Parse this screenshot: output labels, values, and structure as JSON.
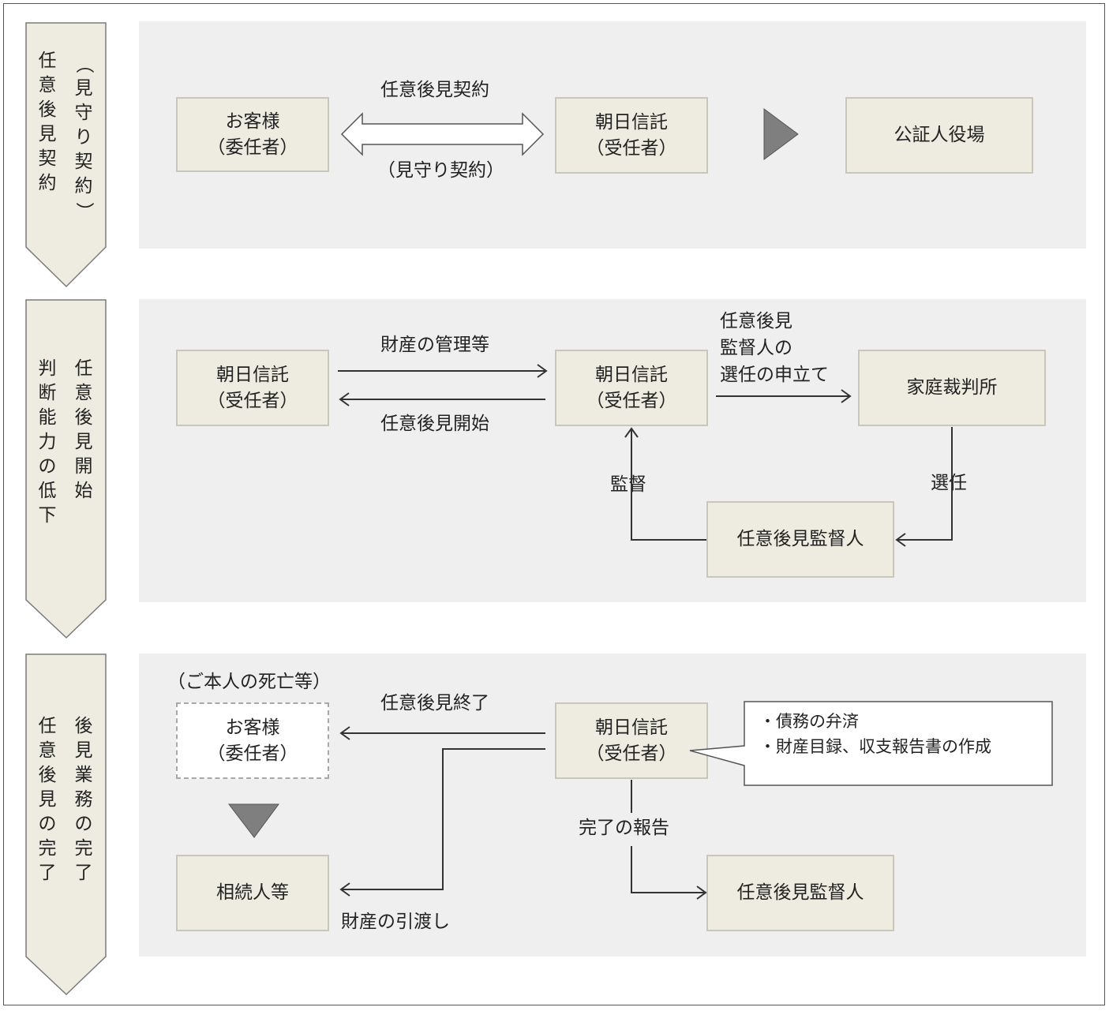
{
  "sidebar": [
    {
      "col1": "任意後見契約",
      "col2": "（見守り契約）"
    },
    {
      "col1": "判断能力の低下",
      "col2": "任意後見開始"
    },
    {
      "col1": "任意後見の完了",
      "col2": "後見業務の完了"
    }
  ],
  "section1": {
    "client": {
      "line1": "お客様",
      "line2": "（委任者）"
    },
    "trust": {
      "line1": "朝日信託",
      "line2": "（受任者）"
    },
    "notary": "公証人役場",
    "contract_label": "任意後見契約",
    "watch_label": "（見守り契約）"
  },
  "section2": {
    "trust_left": {
      "line1": "朝日信託",
      "line2": "（受任者）"
    },
    "trust_center": {
      "line1": "朝日信託",
      "line2": "（受任者）"
    },
    "court": "家庭裁判所",
    "supervisor": "任意後見監督人",
    "property_mgmt": "財産の管理等",
    "start": "任意後見開始",
    "petition": [
      "任意後見",
      "監督人の",
      "選任の申立て"
    ],
    "supervise": "監督",
    "appoint": "選任"
  },
  "section3": {
    "death_note": "（ご本人の死亡等）",
    "client": {
      "line1": "お客様",
      "line2": "（委任者）"
    },
    "heirs": "相続人等",
    "trust": {
      "line1": "朝日信託",
      "line2": "（受任者）"
    },
    "supervisor": "任意後見監督人",
    "end": "任意後見終了",
    "handover": "財産の引渡し",
    "report": "完了の報告",
    "callout": [
      "・債務の弁済",
      "・財産目録、収支報告書の作成"
    ]
  }
}
